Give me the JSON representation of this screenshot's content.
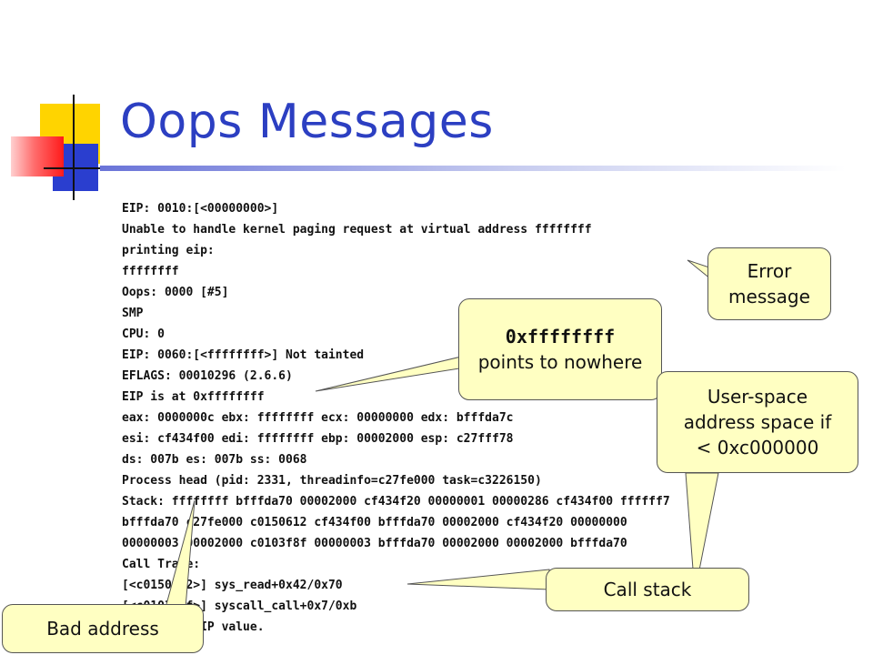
{
  "slide": {
    "title": "Oops Messages",
    "code_lines": [
      "EIP: 0010:[<00000000>]",
      "Unable to handle kernel paging request at virtual address ffffffff",
      "printing eip:",
      "ffffffff",
      "Oops: 0000 [#5]",
      "SMP",
      "CPU: 0",
      "EIP: 0060:[<ffffffff>] Not tainted",
      "EFLAGS: 00010296 (2.6.6)",
      "EIP is at 0xffffffff",
      "eax: 0000000c ebx: ffffffff ecx: 00000000 edx: bfffda7c",
      "esi: cf434f00 edi: ffffffff ebp: 00002000 esp: c27fff78",
      "ds: 007b es: 007b ss: 0068",
      "Process head (pid: 2331, threadinfo=c27fe000 task=c3226150)",
      "Stack: ffffffff bfffda70 00002000 cf434f20 00000001 00000286 cf434f00 ffffff7",
      "bfffda70 c27fe000 c0150612 cf434f00 bfffda70 00002000 cf434f20 00000000",
      "00000003 00002000 c0103f8f 00000003 bfffda70 00002000 00002000 bfffda70",
      "Call Trace:",
      "[<c0150612>] sys_read+0x42/0x70",
      "[<c0103f8f>] syscall_call+0x7/0xb",
      "Code: Bad EIP value."
    ],
    "callouts": {
      "error_message": {
        "line1": "Error",
        "line2": "message"
      },
      "nowhere": {
        "line1": "0xffffffff",
        "line2": "points to nowhere"
      },
      "user_space": {
        "line1": "User-space",
        "line2": "address space if",
        "line3": "< 0xc000000"
      },
      "call_stack": {
        "text": "Call stack"
      },
      "bad_address": {
        "text": "Bad address"
      }
    }
  },
  "colors": {
    "title": "#2c3fc2",
    "callout_fill": "#ffffc2",
    "callout_border": "#555555",
    "deco_yellow": "#ffd400",
    "deco_blue": "#2a3ecf",
    "deco_red": "#ff1a1a"
  }
}
